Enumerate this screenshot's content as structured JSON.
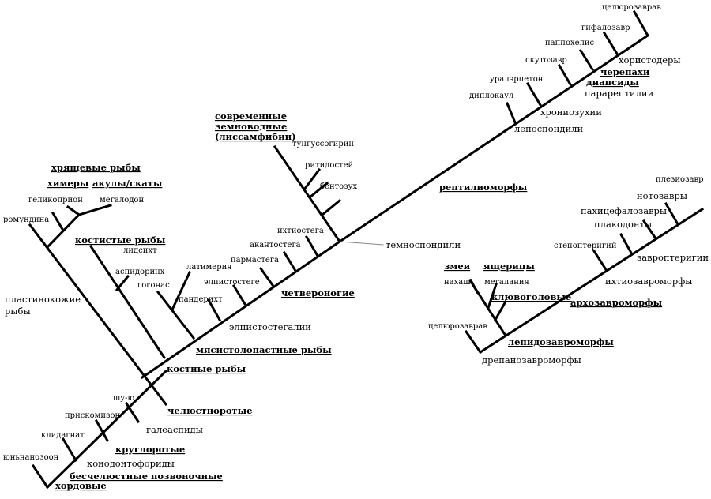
{
  "labels": {
    "chordata": "хордовые",
    "vertebrata": "бесчелюстные позвоночные",
    "conodonts": "конодонтофориды",
    "cyclostomes": "круглоротые",
    "galeaspids": "галеаспиды",
    "gnathostomes": "челюстноротые",
    "yunnanozoon": "юньнанозоон",
    "kladagnathus": "клидагнат",
    "priscomyzon": "прискомизон",
    "shuyu": "шу-ю",
    "placoderms": "пластинокожие рыбы",
    "romundina": "ромундина",
    "holocephali_fish": "хрящевые рыбы",
    "chimaeras": "химеры",
    "sharks": "акулы/скаты",
    "helicoprion": "геликоприон",
    "megalodon": "мегалодон",
    "bony_fish": "костные рыбы",
    "actinopterygii": "костистые рыбы",
    "lidsikht": "лидсихт",
    "aspidorhynchus": "аспидоринх",
    "gogonasus": "гогонас",
    "sarcopterygii": "мясистолопастные рыбы",
    "latimeria": "латимерия",
    "elpistostegalia": "элпистостегалии",
    "panderichthys": "пандерихт",
    "elpistostege": "элпистостеге",
    "tetrapods": "четвероногие",
    "parmastega": "пармастега",
    "acanthostega": "акантостега",
    "ichthyostega": "ихтиостега",
    "temnospondyls": "темноспондили",
    "lissamphibia": "современные земноводные (лиссамфибии)",
    "tungussogyrinus": "тунгуссогирин",
    "ritidostei": "ритидостей",
    "benthosuchus": "бентозух",
    "reptiliomorphs": "рептилиоморфы",
    "lepospondyls": "лепоспондили",
    "diplocaulus": "диплокаул",
    "chroniosuchians": "хрониозухии",
    "uralerpeton": "уралэрпетон",
    "parareptiles": "парарептилии",
    "diapsids": "диапсиды",
    "scutosaurus": "скутозавр",
    "turtles": "черепахи",
    "pappochelys": "паппохелис",
    "choristodera": "хористодеры",
    "hyphalosaurus": "гифалозавр",
    "coelurosauravus_top": "целюрозаврав",
    "drepanosauromorphs": "дрепанозавроморфы",
    "lepidosauromorphs": "лепидозавроморфы",
    "coelurosauravus": "целюрозаврав",
    "rhynchocephalia": "клювоголовые",
    "snakes": "змеи",
    "lizards": "ящерицы",
    "nahash": "нахаш",
    "megalania": "мегалания",
    "archosauromorphs": "архозавроморфы",
    "ichthyosauromorphs": "ихтиозавроморфы",
    "stenopterygius": "стеноптеригий",
    "sauropterygia": "завроптеригии",
    "placodonts": "плакодонты",
    "pachycephalosaurs": "пахицефалозавры",
    "nothosaurs": "нотозавры",
    "plesiosaur": "плезиозавр"
  }
}
